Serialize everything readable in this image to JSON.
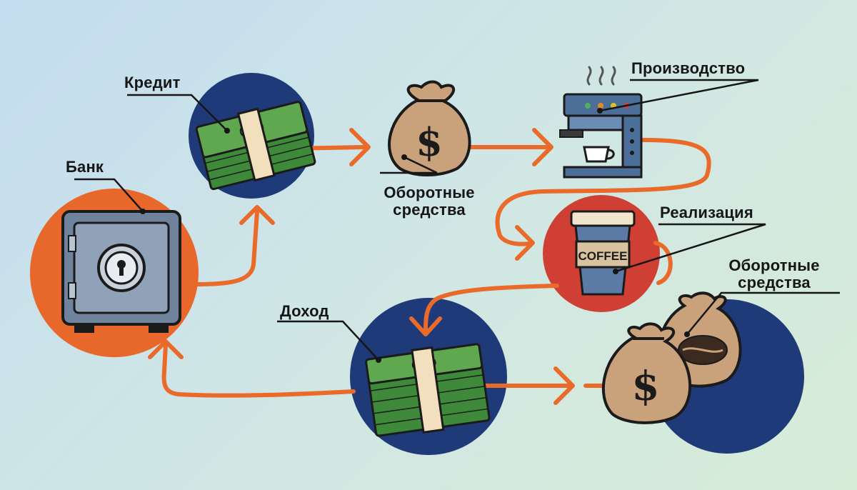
{
  "labels": {
    "bank": "Банк",
    "credit": "Кредит",
    "working_capital_1_line1": "Оборотные",
    "working_capital_1_line2": "средства",
    "production": "Производство",
    "sales": "Реализация",
    "income": "Доход",
    "working_capital_2_line1": "Оборотные",
    "working_capital_2_line2": "средства"
  },
  "icon_text": {
    "coffee_cup": "COFFEE",
    "bag_symbol_1": "$",
    "bag_symbol_2": "$"
  },
  "colors": {
    "arrow": "#ea6a2a",
    "navy_circle": "#1e3a78",
    "orange_circle": "#e8672a",
    "red_circle": "#cf3f33",
    "cash_green": "#5fa84f",
    "bag_tan": "#c9a27c",
    "machine_blue": "#4c6f99",
    "safe_gray": "#6f849c"
  },
  "icons": [
    "safe-icon",
    "cash-stack-icon",
    "money-bag-icon",
    "coffee-machine-icon",
    "coffee-cup-icon",
    "coffee-bean-bag-icon"
  ]
}
